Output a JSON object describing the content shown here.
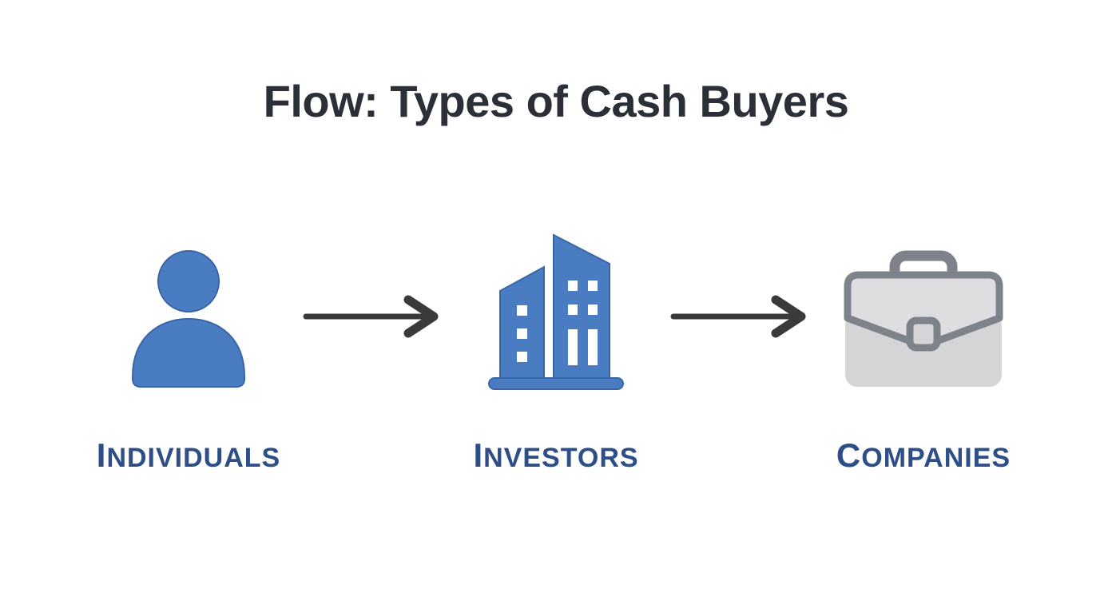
{
  "title": "Flow: Types of Cash Buyers",
  "diagram": {
    "nodes": [
      {
        "label": "Individuals",
        "icon": "person-icon"
      },
      {
        "label": "Investors",
        "icon": "building-icon"
      },
      {
        "label": "Companies",
        "icon": "briefcase-icon"
      }
    ],
    "connectors": [
      "arrow-right",
      "arrow-right"
    ]
  },
  "colors": {
    "icon-blue": "#4a7cc2",
    "icon-blue-edge": "#3a66a8",
    "label-blue": "#2d4e87",
    "title-dark": "#2b2f38",
    "arrow-dark": "#3a3a3c",
    "briefcase-gray": "#d5d5d8",
    "briefcase-flap": "#dedee0",
    "briefcase-slate": "#7d828b",
    "background": "#ffffff"
  }
}
